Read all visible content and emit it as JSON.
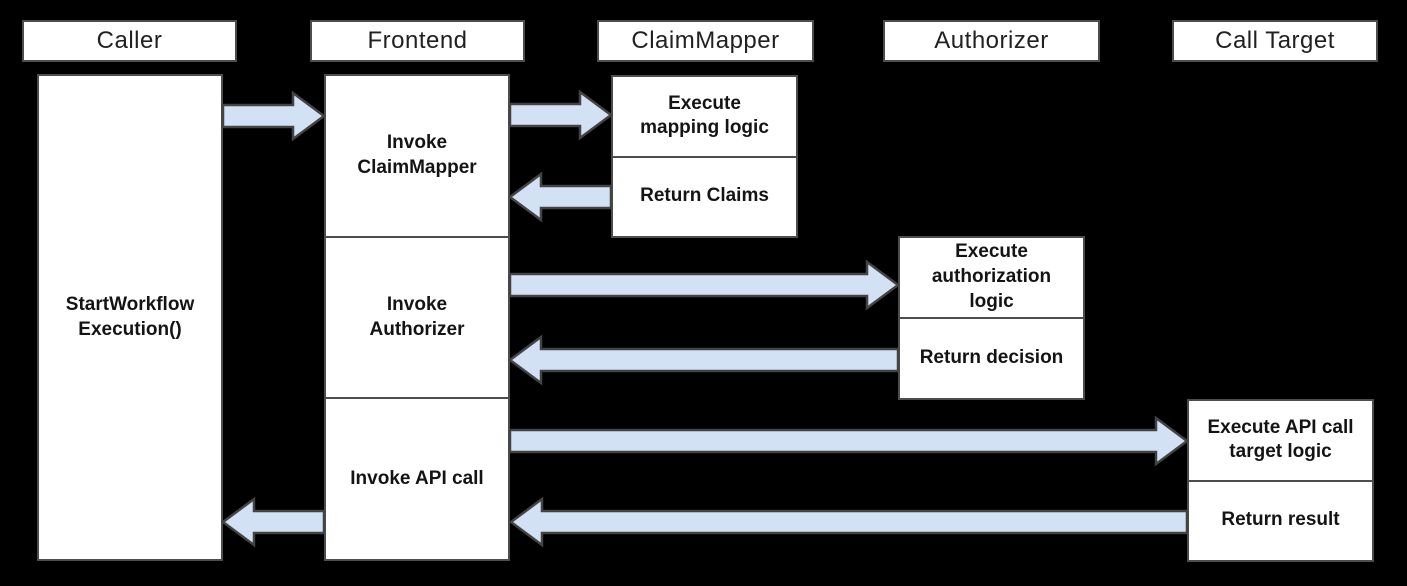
{
  "colors": {
    "background": "#000000",
    "box_fill": "#ffffff",
    "box_border": "#4d4d4d",
    "arrow_fill": "#d2e2f4",
    "arrow_outline": "#434343",
    "text": "#141414"
  },
  "lanes": [
    {
      "label": "Caller"
    },
    {
      "label": "Frontend"
    },
    {
      "label": "ClaimMapper"
    },
    {
      "label": "Authorizer"
    },
    {
      "label": "Call Target"
    }
  ],
  "activities": {
    "caller": {
      "label": "StartWorkflow\nExecution()"
    },
    "frontend": {
      "steps": [
        {
          "label": "Invoke\nClaimMapper"
        },
        {
          "label": "Invoke\nAuthorizer"
        },
        {
          "label": "Invoke API call"
        }
      ]
    },
    "claimmapper": {
      "steps": [
        {
          "label": "Execute\nmapping logic"
        },
        {
          "label": "Return Claims"
        }
      ]
    },
    "authorizer": {
      "steps": [
        {
          "label": "Execute\nauthorization\nlogic"
        },
        {
          "label": "Return decision"
        }
      ]
    },
    "calltarget": {
      "steps": [
        {
          "label": "Execute API call\ntarget logic"
        },
        {
          "label": "Return result"
        }
      ]
    }
  },
  "arrows": [
    {
      "name": "caller-to-frontend",
      "direction": "right"
    },
    {
      "name": "frontend-to-claimmapper",
      "direction": "right"
    },
    {
      "name": "claimmapper-to-frontend",
      "direction": "left"
    },
    {
      "name": "frontend-to-authorizer",
      "direction": "right"
    },
    {
      "name": "authorizer-to-frontend",
      "direction": "left"
    },
    {
      "name": "frontend-to-calltarget",
      "direction": "right"
    },
    {
      "name": "calltarget-to-frontend",
      "direction": "left"
    },
    {
      "name": "frontend-to-caller",
      "direction": "left"
    }
  ]
}
